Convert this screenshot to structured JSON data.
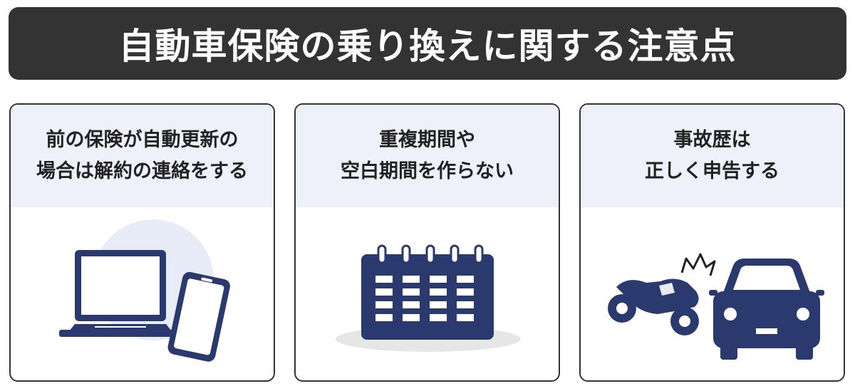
{
  "header": {
    "title": "自動車保険の乗り換えに関する注意点"
  },
  "colors": {
    "banner_bg": "#333333",
    "card_header_bg": "#eef1f9",
    "icon_navy": "#2b3a6e",
    "accent_light": "#e8ecf8"
  },
  "cards": [
    {
      "lines": [
        "前の保険が自動更新の",
        "場合は解約の連絡をする"
      ],
      "icon": "laptop-and-smartphone-icon"
    },
    {
      "lines": [
        "重複期間や",
        "空白期間を作らない"
      ],
      "icon": "calendar-icon"
    },
    {
      "lines": [
        "事故歴は",
        "正しく申告する"
      ],
      "icon": "car-motorcycle-collision-icon"
    }
  ]
}
